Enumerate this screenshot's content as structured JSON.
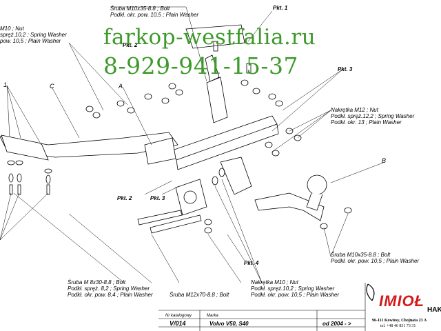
{
  "watermark": {
    "url": "farkop-westfalia.ru",
    "phone": "8-929-941-15-37"
  },
  "labels": {
    "top_bolt_1": "Śruba M10x35-8.8 ;  Bolt",
    "top_bolt_2": "Podkł. okr. pow. 10,5 ; Plain Washer",
    "pkt1": "Pkt. 1",
    "pkt2a": "Pkt. 2",
    "pkt2b": "Pkt. 2",
    "pkt3a": "Pkt. 3",
    "pkt3b": "Pkt. 3",
    "pkt4": "Pkt. 4",
    "nut_left_1": "M10 ; Nut",
    "nut_left_2": "spręż.10,2 ; Spring Washer",
    "nut_left_3": "pow. 10,5 ; Plain Washer",
    "part_1": "1",
    "part_c": "C",
    "part_a": "A",
    "part_b": "B",
    "nut_right_1": "Nakrętka  M12 ; Nut",
    "nut_right_2": "Podkł. spręż.12,2 ; Spring Washer",
    "nut_right_3": "Podkł. okr. 13 ; Plain Washer",
    "bolt_right_1": "Śruba M10x35-8.8 ;  Bolt",
    "bolt_right_2": "Podkł. okr. pow. 10,5 ; Plain Washer",
    "bolt_m8_1": "Śruba M 8x30-8.8 ;  Bolt",
    "bolt_m8_2": "Podkł. spręż. 8,2 ; Spring Washer",
    "bolt_m8_3": "Podkł. okr. pow. 8,4 ; Plain Washer",
    "bolt_m12": "Śruba M12x70-8.8 ;  Bolt",
    "nut_m10_1": "Nakrętka  M10 ; Nut",
    "nut_m10_2": "Podkł. spręż.10,2 ; Spring Washer",
    "nut_m10_3": "Podkł. okr. pow. 10,5 ; Plain Washer"
  },
  "footer": {
    "catalog_caption": "Nr katalogowy",
    "brand_caption": "Marka",
    "catalog_number": "V/014",
    "model": "Volvo V50, S40",
    "date": "od  2004 - >"
  },
  "logo": {
    "name": "IMIOŁ",
    "sub": "HAK",
    "address": "96-111 Kowiesy, Chojnata 23 A",
    "phone": "tel. +48 46 831 73 31"
  },
  "colors": {
    "watermark": "#3d9a2a",
    "logo": "#d21a1a",
    "line": "#000000"
  }
}
